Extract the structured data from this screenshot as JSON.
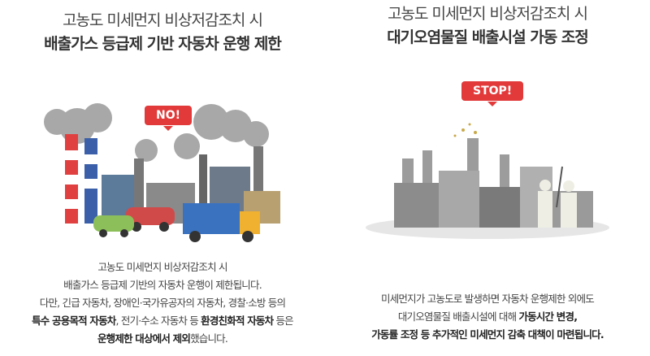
{
  "left": {
    "title_line1": "고농도 미세먼지 비상저감조치 시",
    "title_line2": "배출가스 등급제 기반 자동차 운행 제한",
    "badge": "NO!",
    "body": {
      "l1": "고농도 미세먼지 비상저감조치 시",
      "l2": "배출가스 등급제 기반의 자동차 운행이 제한됩니다.",
      "l3": "다만, 긴급 자동차, 장애인·국가유공자의 자동차, 경찰·소방 등의",
      "l4a": "특수 공용목적 자동차",
      "l4b": ", 전기·수소 자동차 등 ",
      "l4c": "환경친화적 자동차",
      "l4d": " 등은",
      "l5a": "운행제한 대상에서 제외",
      "l5b": "했습니다."
    }
  },
  "right": {
    "title_line1": "고농도 미세먼지 비상저감조치 시",
    "title_line2": "대기오염물질 배출시설 가동 조정",
    "badge": "STOP!",
    "body": {
      "l1": "미세먼지가 고농도로 발생하면 자동차 운행제한 외에도",
      "l2a": "대기오염물질 배출시설에 대해 ",
      "l2b": "가동시간 변경,",
      "l3": "가동률 조정 등 추가적인 미세먼지 감축 대책이 마련됩니다."
    }
  }
}
